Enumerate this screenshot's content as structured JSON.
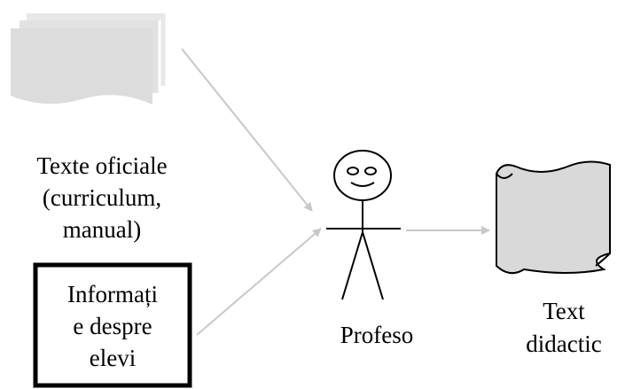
{
  "documents": {
    "label_lines": [
      "Texte oficiale",
      "(curriculum,",
      "manual)"
    ]
  },
  "student_info": {
    "label_lines": [
      "Informați",
      "e despre",
      "elevi"
    ]
  },
  "teacher": {
    "label": "Profeso"
  },
  "didactic_text": {
    "label_lines": [
      "Text",
      "didactic"
    ]
  },
  "colors": {
    "arrow": "#c8c8c8",
    "document_fill": "#e0e0e0",
    "scroll_fill": "#d9d9d9",
    "stroke": "#000000"
  }
}
